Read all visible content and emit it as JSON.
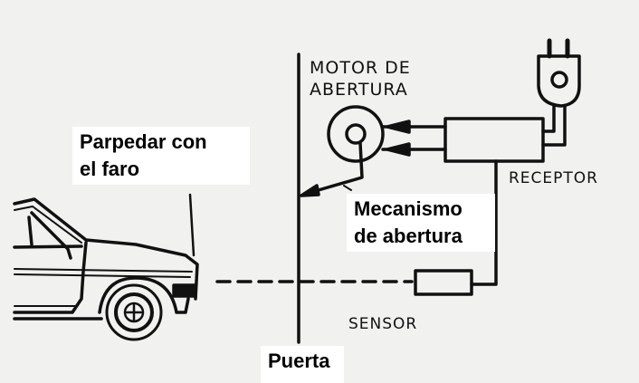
{
  "labels": {
    "flash": [
      "Parpedar con",
      "el faro"
    ],
    "mechanism": [
      "Mecanismo",
      "de abertura"
    ],
    "door": "Puerta"
  },
  "captions": {
    "motor": [
      "MOTOR DE",
      "ABERTURA"
    ],
    "receiver": "RECEPTOR",
    "sensor": "SENSOR"
  },
  "colors": {
    "ink": "#111111",
    "paper": "#f1f1ef",
    "label_bg": "#ffffff"
  }
}
